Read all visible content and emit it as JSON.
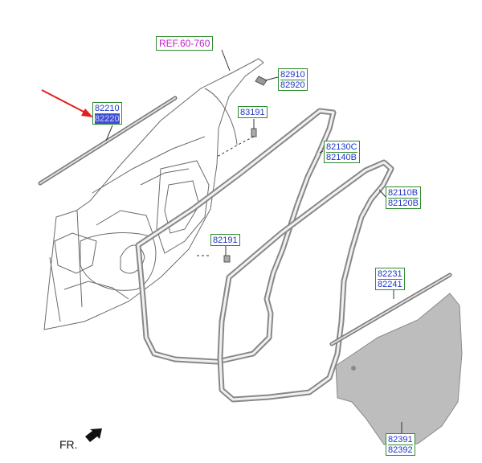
{
  "ref_label": "REF.60-760",
  "labels": {
    "p82910": [
      "82910",
      "82920"
    ],
    "p83191": [
      "83191"
    ],
    "p82210": [
      "82210",
      "82220"
    ],
    "p82130": [
      "82130C",
      "82140B"
    ],
    "p82110": [
      "82110B",
      "82120B"
    ],
    "p82191": [
      "82191"
    ],
    "p82231": [
      "82231",
      "82241"
    ],
    "p82391": [
      "82391",
      "82392"
    ]
  },
  "highlighted_part": "82220",
  "direction_label": "FR.",
  "colors": {
    "label_text": "#1f34c8",
    "label_border": "#2e8b2e",
    "ref_text": "#c21ccc",
    "highlight": "#3f4dd6",
    "pointer_arrow": "#e0201c"
  }
}
